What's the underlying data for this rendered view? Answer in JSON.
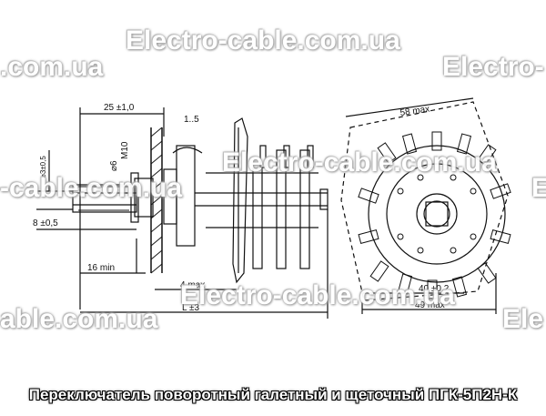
{
  "watermarks": {
    "wm1": "Electro-cable.com.ua",
    "wm2": ".com.ua",
    "wm3": "Electro-",
    "wm4": "Electro-cable.com.ua",
    "wm5": "-cable.com.ua",
    "wm6": "E",
    "wm7": "Electro-cable.com.ua",
    "wm8": "able.com.ua",
    "wm9": "Ele"
  },
  "caption": "Переключатель поворотный галетный и щеточный ПГК-5П2Н-К",
  "dimensions": {
    "top_width": "25 ±1,0",
    "gap": "1..5",
    "thread": "M10",
    "shaft_dia": "⌀6",
    "flat": "⌀3±0,5",
    "flat_len": "8 ±0,5",
    "min_len": "16 min",
    "max4": "4 max",
    "total_len": "L ±3",
    "front_width": "58 max",
    "hole_spacing": "40 ±0,2",
    "outer_width": "49 max"
  }
}
